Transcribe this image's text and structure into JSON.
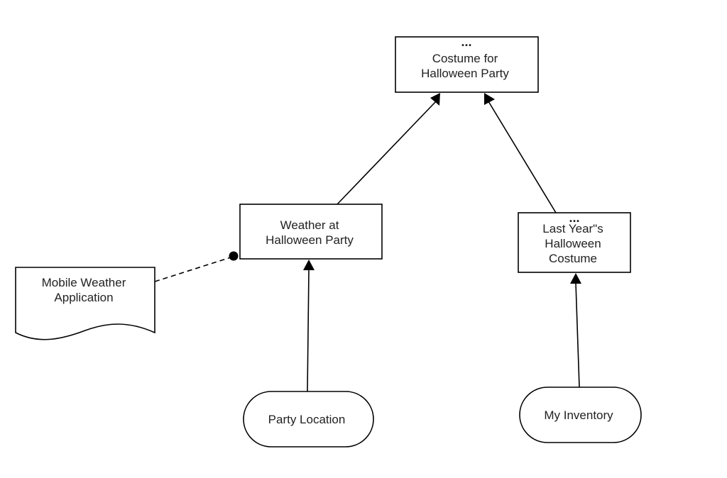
{
  "diagram": {
    "nodes": {
      "costume": {
        "lines": [
          "Costume for",
          "Halloween Party"
        ],
        "ellipsis": "..."
      },
      "weather": {
        "lines": [
          "Weather at",
          "Halloween Party"
        ]
      },
      "last_year": {
        "lines": [
          "Last Year\"s",
          "Halloween",
          "Costume"
        ],
        "ellipsis": "..."
      },
      "mobile_app": {
        "lines": [
          "Mobile Weather",
          "Application"
        ]
      },
      "party_location": {
        "lines": [
          "Party Location"
        ]
      },
      "inventory": {
        "lines": [
          "My Inventory"
        ]
      }
    }
  }
}
